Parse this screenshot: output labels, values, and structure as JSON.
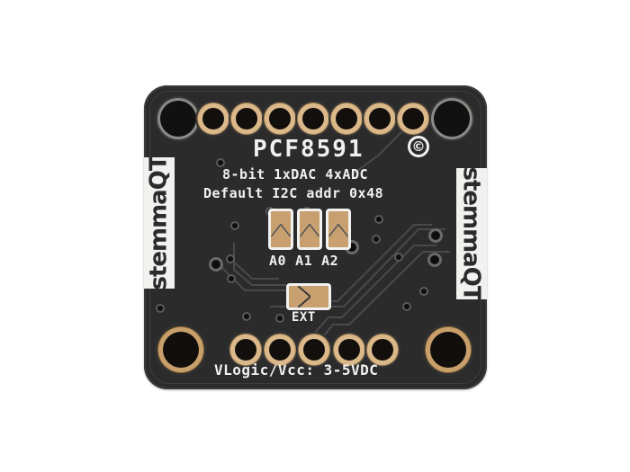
{
  "board": {
    "chip": "PCF8591",
    "copyright_symbol": "©",
    "description_line1": "8-bit 1xDAC 4xADC",
    "description_line2": "Default I2C addr 0x48",
    "address_jumpers": [
      "A0",
      "A1",
      "A2"
    ],
    "ext_jumper_label": "EXT",
    "power_label": "VLogic/Vcc: 3-5VDC",
    "connector_left_label": "stemmaQT",
    "connector_right_label": "stemmaQT",
    "top_header_pin_count": 7,
    "bottom_header_pin_count": 5,
    "colors": {
      "background": "#ffffff",
      "pcb": "#2b2b2c",
      "silkscreen": "#f1f1ef",
      "pad_gold": "#c8a070",
      "pin_ring": "#dcb98b"
    }
  }
}
